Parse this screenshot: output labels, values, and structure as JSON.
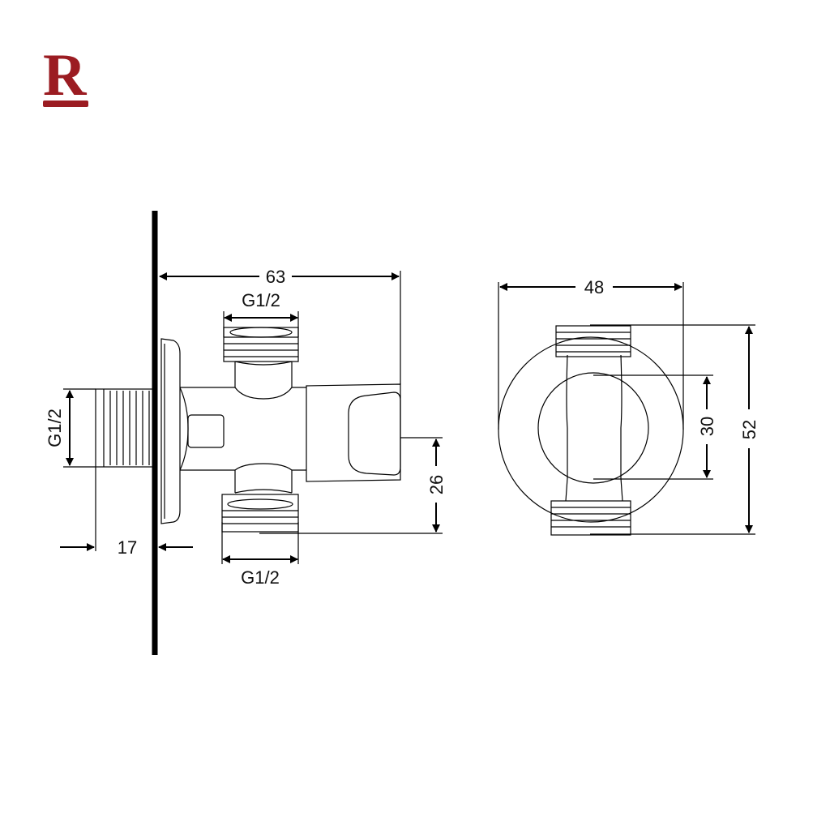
{
  "brand": {
    "logo_letter": "R",
    "logo_color": "#9b1c22"
  },
  "dimensions": {
    "side_length": "63",
    "side_top_thread": "G1/2",
    "side_inlet_thread": "G1/2",
    "side_bottom_thread": "G1/2",
    "side_wall_depth": "17",
    "side_outlet_offset": "26",
    "front_width": "48",
    "front_inner_height": "30",
    "front_total_height": "52"
  }
}
